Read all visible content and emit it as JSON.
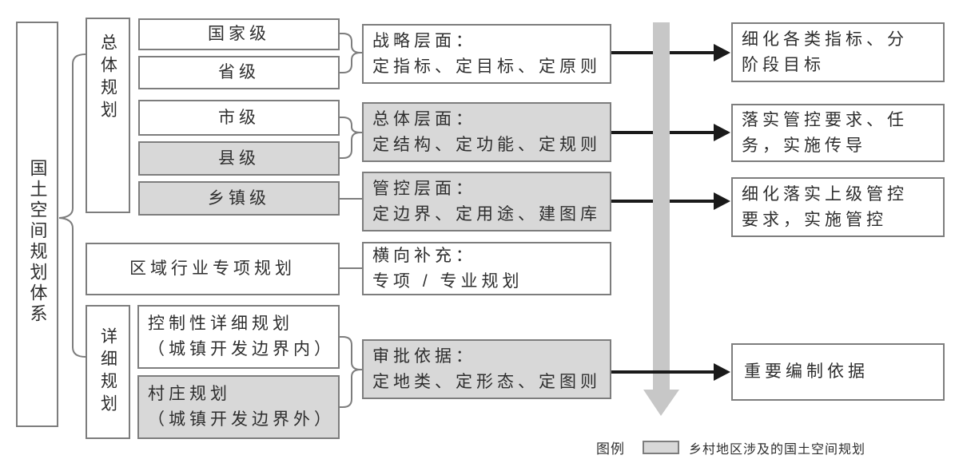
{
  "root": {
    "label": "国土空间规划体系"
  },
  "groups": {
    "overall": "总体规划",
    "detailed": "详细规划"
  },
  "levels": {
    "national": "国家级",
    "provincial": "省级",
    "municipal": "市级",
    "county": "县级",
    "township": "乡镇级"
  },
  "plans": {
    "regional": "区域行业专项规划",
    "regulatory": "控制性详细规划\n（城镇开发边界内）",
    "village": "村庄规划\n（城镇开发边界外）"
  },
  "functions": {
    "strategic": "战略层面：\n定指标、定目标、定原则",
    "overall": "总体层面：\n定结构、定功能、定规则",
    "control": "管控层面：\n定边界、定用途、建图库",
    "horizontal": "横向补充：\n专项 / 专业规划",
    "approval": "审批依据：\n定地类、定形态、定图则"
  },
  "outcomes": {
    "targets": "细化各类指标、分\n阶段目标",
    "transmission": "落实管控要求、任\n务，实施传导",
    "control": "细化落实上级管控\n要求，实施管控",
    "basis": "重要编制依据"
  },
  "legend": {
    "label": "图例",
    "text": "乡村地区涉及的国土空间规划"
  },
  "colors": {
    "shaded_fill": "#d8d8d8",
    "box_border": "#7d7d7d",
    "flow_arrow": "#1a1a1a",
    "hierarchy_arrow": "#c7c7c7"
  }
}
